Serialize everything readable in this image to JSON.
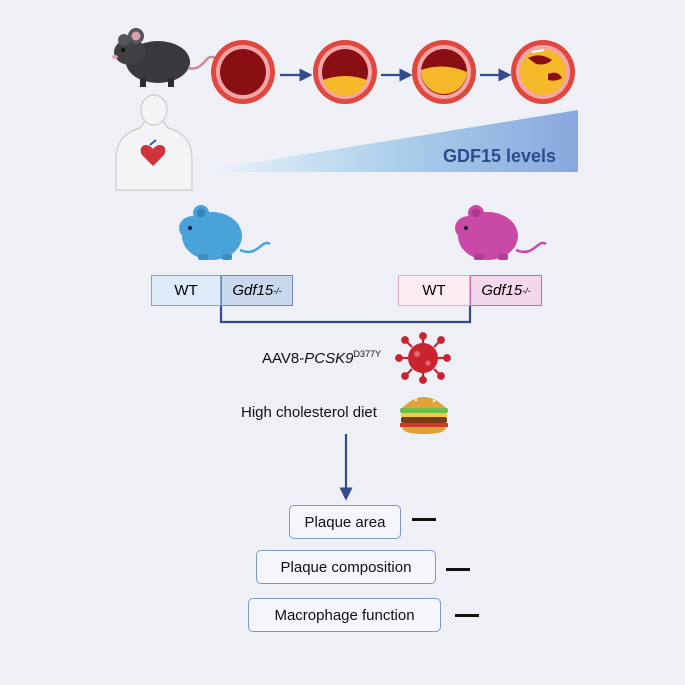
{
  "gdf15_label": "GDF15 levels",
  "genotypes": {
    "left": {
      "wt": "WT",
      "ko": "Gdf15",
      "ko_sup": "-/-",
      "color": "#4aa3d8",
      "box_fill": "#dcebf7",
      "box_border": "#7aaad3",
      "ko_fill": "#cad8ee"
    },
    "right": {
      "wt": "WT",
      "ko": "Gdf15",
      "ko_sup": "-/-",
      "color": "#c94aa6",
      "box_fill": "#fbecf2",
      "box_border": "#d58cbd",
      "ko_fill": "#f3d7ea"
    }
  },
  "treatment": {
    "aav_prefix": "AAV8-",
    "aav_gene": "PCSK9",
    "aav_sup": "D377Y",
    "diet": "High cholesterol diet"
  },
  "outcomes": [
    {
      "label": "Plaque area",
      "result": "—"
    },
    {
      "label": "Plaque composition",
      "result": "—"
    },
    {
      "label": "Macrophage function",
      "result": "—"
    }
  ],
  "colors": {
    "arrow": "#344a8c",
    "vessel_outer": "#e0473f",
    "vessel_lumen": "#8a0f12",
    "plaque": "#f5b92a",
    "gradient_light": "#eaf3fb",
    "gradient_dark": "#3f7fcf"
  },
  "icons": [
    "mouse-icon",
    "human-body-icon",
    "heart-icon",
    "virus-icon",
    "burger-icon"
  ]
}
